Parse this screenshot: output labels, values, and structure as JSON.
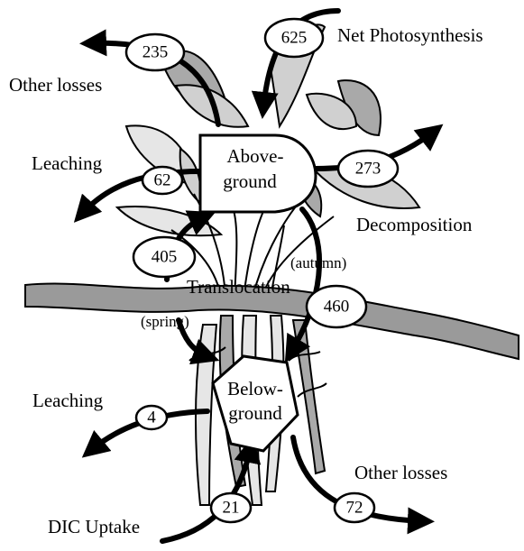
{
  "compartments": {
    "aboveground": {
      "line1": "Above-",
      "line2": "ground"
    },
    "belowground": {
      "line1": "Below-",
      "line2": "ground"
    }
  },
  "flows": {
    "net_photosynthesis": {
      "label": "Net Photosynthesis",
      "value": "625"
    },
    "other_losses_above": {
      "label": "Other losses",
      "value": "235"
    },
    "leaching_above": {
      "label": "Leaching",
      "value": "62"
    },
    "decomposition": {
      "label": "Decomposition",
      "value": "273"
    },
    "translocation": {
      "label": "Translocation"
    },
    "translocation_spring": {
      "label": "(spring)",
      "value": "405"
    },
    "translocation_autumn": {
      "label": "(autumn)",
      "value": "460"
    },
    "leaching_below": {
      "label": "Leaching",
      "value": "4"
    },
    "dic_uptake": {
      "label": "DIC Uptake",
      "value": "21"
    },
    "other_losses_below": {
      "label": "Other losses",
      "value": "72"
    }
  }
}
